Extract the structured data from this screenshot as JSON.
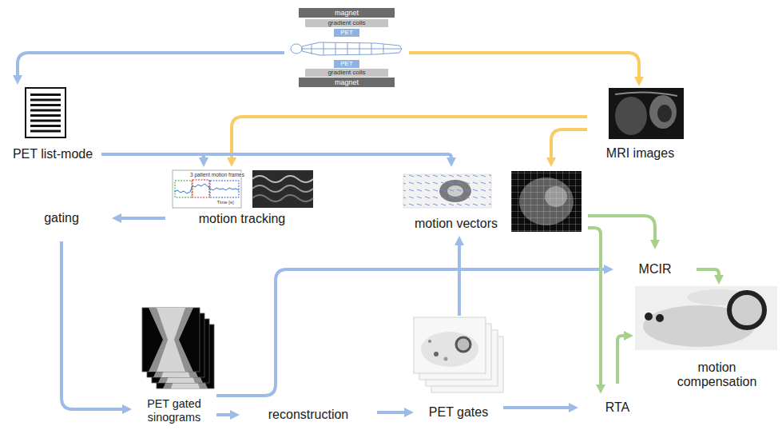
{
  "diagram": {
    "nodes": [
      {
        "text": [
          "PET-MRI"
        ]
      },
      {
        "text": [
          "PET list-mode"
        ]
      },
      {
        "text": [
          "MRI images"
        ]
      },
      {
        "text": [
          "gating"
        ]
      },
      {
        "text": [
          "motion tracking"
        ]
      },
      {
        "text": [
          "motion vectors"
        ]
      },
      {
        "text": [
          "MCIR"
        ]
      },
      {
        "text": [
          "motion compensation"
        ]
      },
      {
        "text": [
          "PET gated sinograms"
        ]
      },
      {
        "text": [
          "reconstruction"
        ]
      },
      {
        "text": [
          "PET gates"
        ]
      },
      {
        "text": [
          "RTA"
        ]
      }
    ],
    "edges": [
      {
        "from": 0,
        "to": 1,
        "arrow": "to"
      },
      {
        "from": 0,
        "to": 2,
        "arrow": "to"
      },
      {
        "from": 2,
        "to": 4,
        "arrow": "to"
      },
      {
        "from": 2,
        "to": 5,
        "arrow": "to"
      },
      {
        "from": 1,
        "to": 4,
        "arrow": "to"
      },
      {
        "from": 1,
        "to": 5,
        "arrow": "to"
      },
      {
        "from": 4,
        "to": 3,
        "arrow": "to"
      },
      {
        "from": 3,
        "to": 8,
        "arrow": "to"
      },
      {
        "from": 8,
        "to": 9,
        "arrow": "to"
      },
      {
        "from": 9,
        "to": 10,
        "arrow": "to"
      },
      {
        "from": 10,
        "to": 5,
        "arrow": "to"
      },
      {
        "from": 8,
        "to": 6,
        "arrow": "to"
      },
      {
        "from": 5,
        "to": 6,
        "arrow": "to"
      },
      {
        "from": 5,
        "to": 11,
        "arrow": "to"
      },
      {
        "from": 10,
        "to": 11,
        "arrow": "to"
      },
      {
        "from": 6,
        "to": 7,
        "arrow": "to"
      },
      {
        "from": 11,
        "to": 7,
        "arrow": "to"
      }
    ],
    "labels": [
      "magnet",
      "gradient coils",
      "PET",
      "PET",
      "gradient coils",
      "magnet",
      "3 patient motion frames",
      "Time [s]"
    ]
  }
}
